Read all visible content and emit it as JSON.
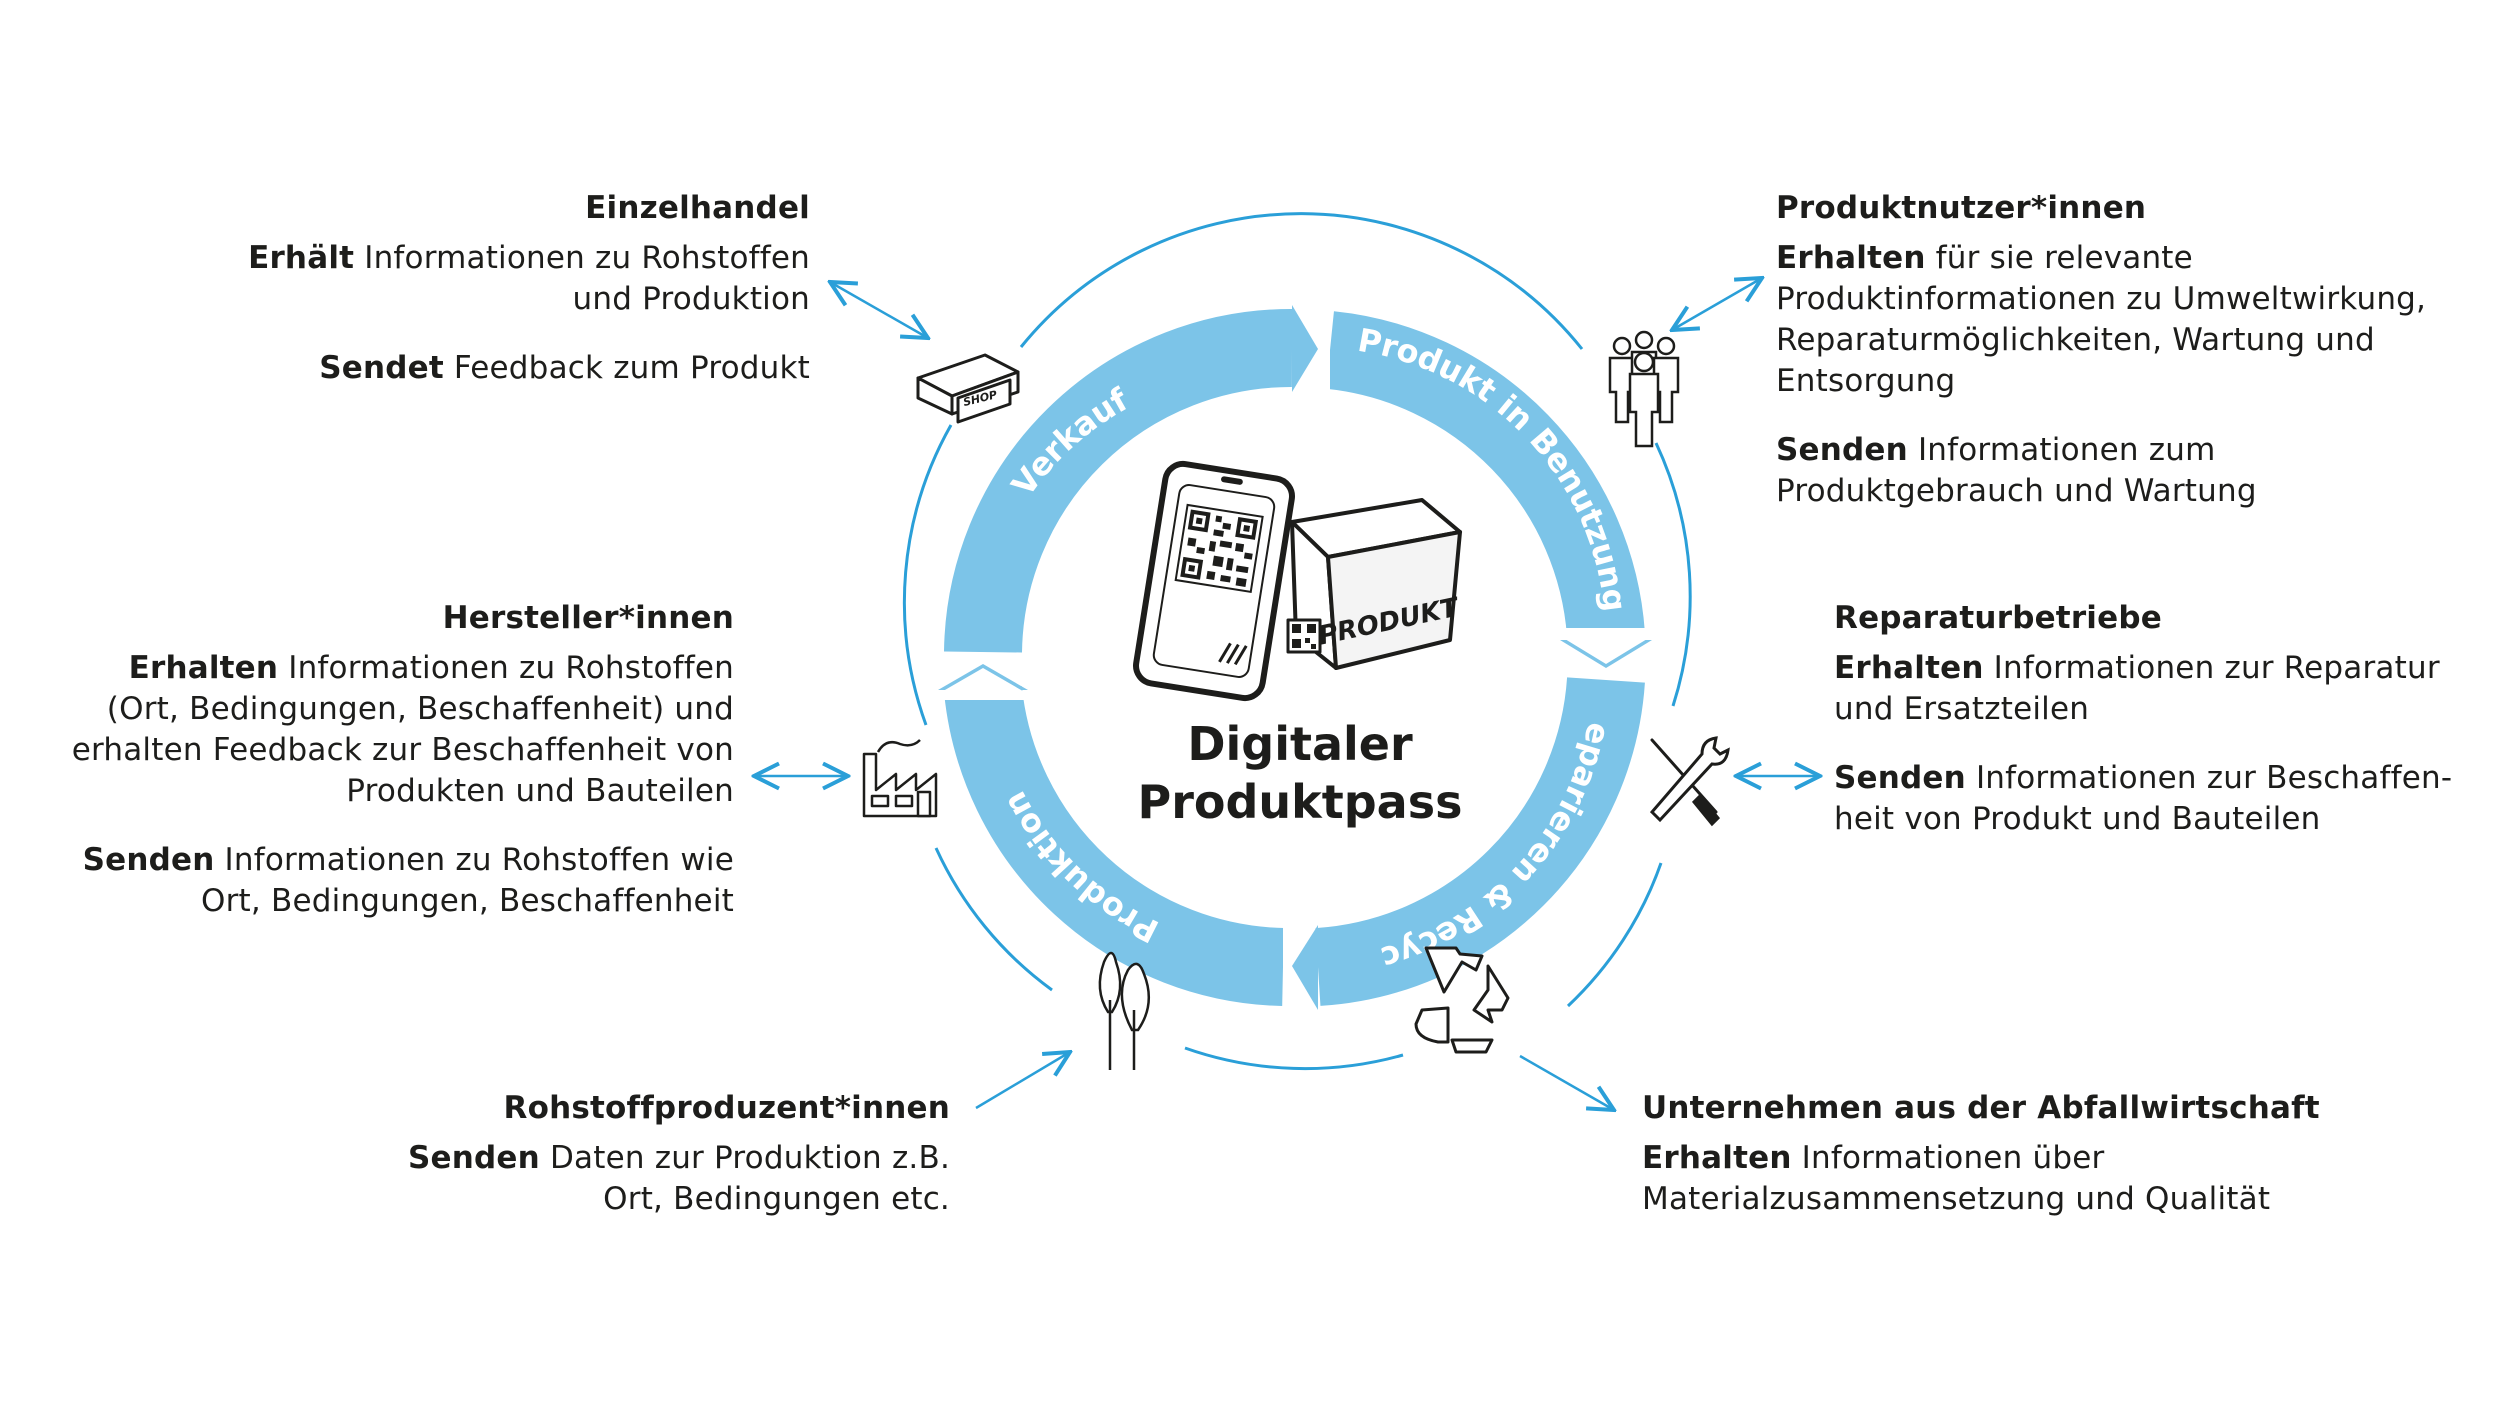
{
  "center": {
    "title_line1": "Digitaler",
    "title_line2": "Produktpass",
    "box_label": "PRODUKT"
  },
  "cycle": {
    "segments": [
      "Verkauf",
      "Produkt in Benutzung",
      "Reparieren & Recycle",
      "Produktion"
    ]
  },
  "stakeholders": {
    "einzelhandel": {
      "title": "Einzelhandel",
      "p1_bold": "Erhält",
      "p1_line1": " Informationen zu Rohstoffen",
      "p1_line2": "und Produktion",
      "p2_bold": "Sendet",
      "p2_line1": " Feedback zum Produkt",
      "icon_label": "SHOP"
    },
    "nutzer": {
      "title": "Produktnutzer*innen",
      "p1_bold": "Erhalten",
      "p1_line1": " für sie relevante",
      "p1_line2": "Produktinformationen zu Umweltwirkung,",
      "p1_line3": "Reparaturmöglichkeiten, Wartung und",
      "p1_line4": "Entsorgung",
      "p2_bold": "Senden",
      "p2_line1": " Informationen zum",
      "p2_line2": "Produktgebrauch und Wartung"
    },
    "hersteller": {
      "title": "Hersteller*innen",
      "p1_bold": "Erhalten",
      "p1_line1": " Informationen zu Rohstoffen",
      "p1_line2": "(Ort, Bedingungen, Beschaffenheit) und",
      "p1_line3": "erhalten Feedback zur Beschaffenheit von",
      "p1_line4": "Produkten und Bauteilen",
      "p2_bold": "Senden",
      "p2_line1": " Informationen zu Rohstoffen wie",
      "p2_line2": "Ort, Bedingungen, Beschaffenheit"
    },
    "reparatur": {
      "title": "Reparaturbetriebe",
      "p1_bold": "Erhalten",
      "p1_line1": " Informationen zur Reparatur",
      "p1_line2": "und Ersatzteilen",
      "p2_bold": "Senden",
      "p2_line1": " Informationen zur Beschaffen-",
      "p2_line2": "heit von Produkt und Bauteilen"
    },
    "rohstoff": {
      "title": "Rohstoffproduzent*innen",
      "p1_bold": "Senden",
      "p1_line1": " Daten zur Produktion z.B.",
      "p1_line2": "Ort, Bedingungen etc."
    },
    "abfall": {
      "title": "Unternehmen aus der Abfallwirtschaft",
      "p1_bold": "Erhalten",
      "p1_line1": " Informationen über",
      "p1_line2": "Materialzusammensetzung und Qualität"
    }
  },
  "icons": [
    "shop-icon",
    "people-icon",
    "factory-icon",
    "tools-icon",
    "trees-icon",
    "recycle-icon",
    "smartphone-qr-icon",
    "product-box-icon"
  ],
  "colors": {
    "cycle_fill": "#7cc4e8",
    "outer_ring": "#2a9fd8",
    "text": "#1d1d1b"
  }
}
